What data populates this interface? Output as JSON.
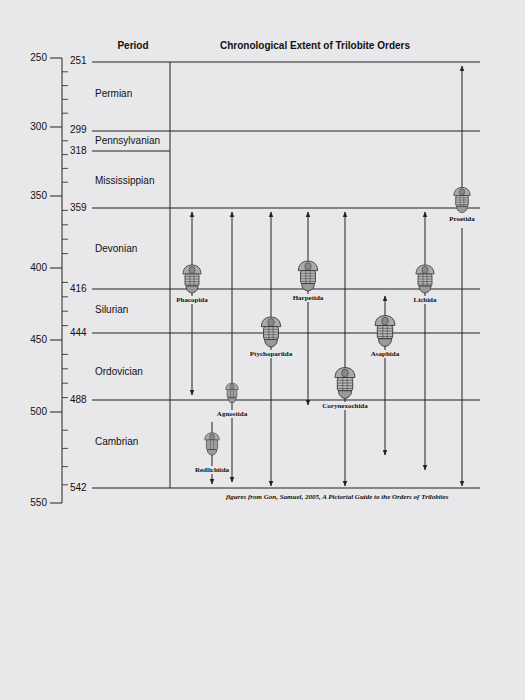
{
  "diagram": {
    "title": "Chronological Extent of Trilobite Orders",
    "caption": "figures from Gon, Samuel, 2005, A Pictorial Guide to the Orders of Trilobites",
    "labels": [
      "Period",
      "250",
      "251",
      "Permian",
      "300",
      "299",
      "Pennsylvanian",
      "318",
      "Mississippian",
      "350",
      "359",
      "Devonian",
      "400",
      "416",
      "Silurian",
      "444",
      "450",
      "Ordovician",
      "488",
      "500",
      "Cambrian",
      "542",
      "550",
      "Proetida",
      "Phacopida",
      "Harpetida",
      "Lichida",
      "Ptychopariida",
      "Asaphida",
      "Agnostida",
      "Corynexochida",
      "Redlichiida"
    ]
  }
}
